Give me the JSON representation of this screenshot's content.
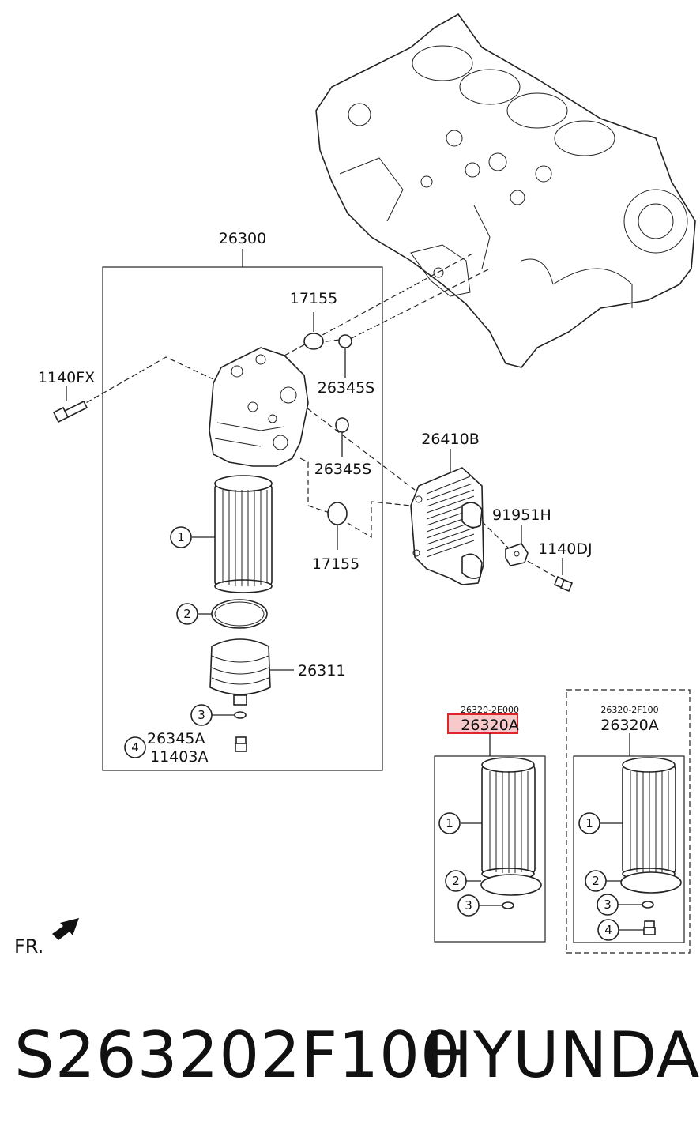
{
  "labels": {
    "assembly": "26300",
    "oring_top": "17155",
    "seal_top": "26345S",
    "bolt_left": "1140FX",
    "seal_mid": "26345S",
    "oring_bottom": "17155",
    "cooler": "26410B",
    "bracket": "91951H",
    "bolt_right": "1140DJ",
    "cap": "26311",
    "plug_a": "26345A",
    "plug_b": "11403A",
    "kit1_code": "26320-2E000",
    "kit1_label": "26320A",
    "kit2_code": "26320-2F100",
    "kit2_label": "26320A",
    "front": "FR."
  },
  "callouts": {
    "main": [
      "1",
      "2",
      "3",
      "4"
    ],
    "kit1": [
      "1",
      "2",
      "3"
    ],
    "kit2": [
      "1",
      "2",
      "3",
      "4"
    ]
  },
  "footer": {
    "part_number": "S263202F100",
    "brand": "HYUNDAI"
  },
  "colors": {
    "highlight": "#e0262b",
    "highlight_fill": "#f7c9cb",
    "line": "#222222"
  }
}
